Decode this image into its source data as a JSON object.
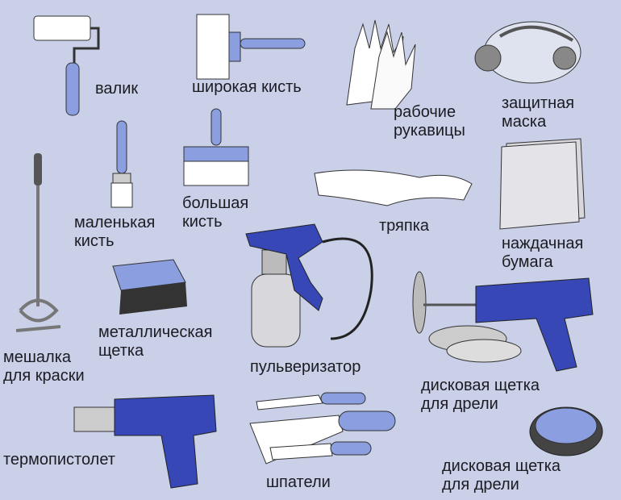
{
  "labels": {
    "roller": "валик",
    "wide_brush": "широкая кисть",
    "gloves": [
      "рабочие",
      "рукавицы"
    ],
    "mask": [
      "защитная",
      "маска"
    ],
    "small_brush": [
      "маленькая",
      "кисть"
    ],
    "big_brush": [
      "большая",
      "кисть"
    ],
    "rag": "тряпка",
    "sandpaper": [
      "наждачная",
      "бумага"
    ],
    "mixer": [
      "мешалка",
      "для краски"
    ],
    "wire_brush": [
      "металлическая",
      "щетка"
    ],
    "sprayer": "пульверизатор",
    "disc_brush_1": [
      "дисковая щетка",
      "для дрели"
    ],
    "heat_gun": "термопистолет",
    "spatulas": "шпатели",
    "disc_brush_2": [
      "дисковая щетка",
      "для дрели"
    ]
  },
  "colors": {
    "background": "#c9d0e8",
    "tool_blue": "#8a9ee0",
    "tool_dark_blue": "#3747b5",
    "metal": "#c8c8cc"
  }
}
